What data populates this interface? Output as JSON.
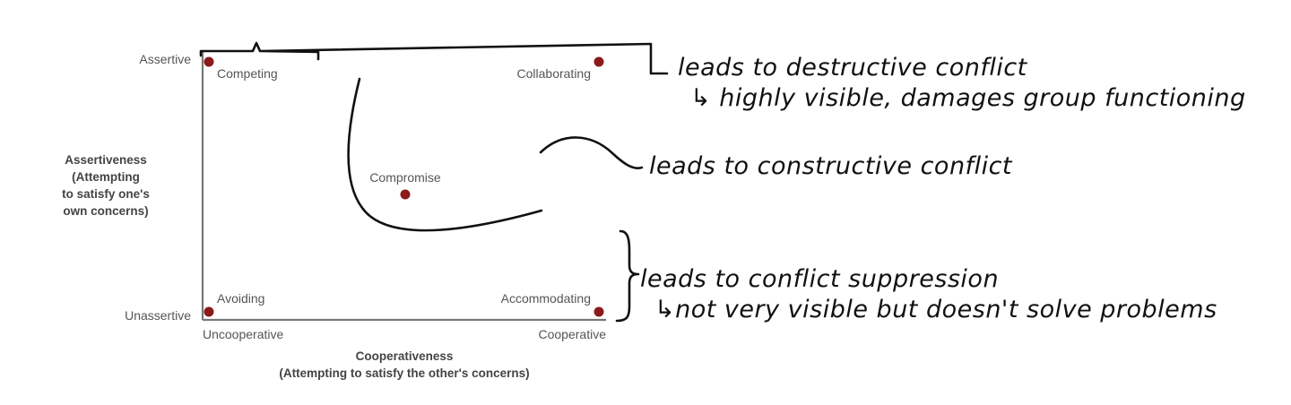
{
  "axes": {
    "y_top": "Assertive",
    "y_bottom": "Unassertive",
    "y_title": [
      "Assertiveness",
      "(Attempting",
      "to satisfy one's",
      "own concerns)"
    ],
    "x_left": "Uncooperative",
    "x_right": "Cooperative",
    "x_title": [
      "Cooperativeness",
      "(Attempting to satisfy the other's concerns)"
    ]
  },
  "styles": {
    "competing": "Competing",
    "collaborating": "Collaborating",
    "compromise": "Compromise",
    "avoiding": "Avoiding",
    "accommodating": "Accommodating"
  },
  "annotations": {
    "destructive": "leads to destructive conflict",
    "destructive_detail": "↳ highly visible, damages group functioning",
    "constructive": "leads to constructive conflict",
    "suppression": "leads to conflict suppression",
    "suppression_detail": "↳not very visible but doesn't solve problems"
  },
  "colors": {
    "dot": "#8b1a1a",
    "frame": "#777777",
    "ink": "#111111"
  }
}
